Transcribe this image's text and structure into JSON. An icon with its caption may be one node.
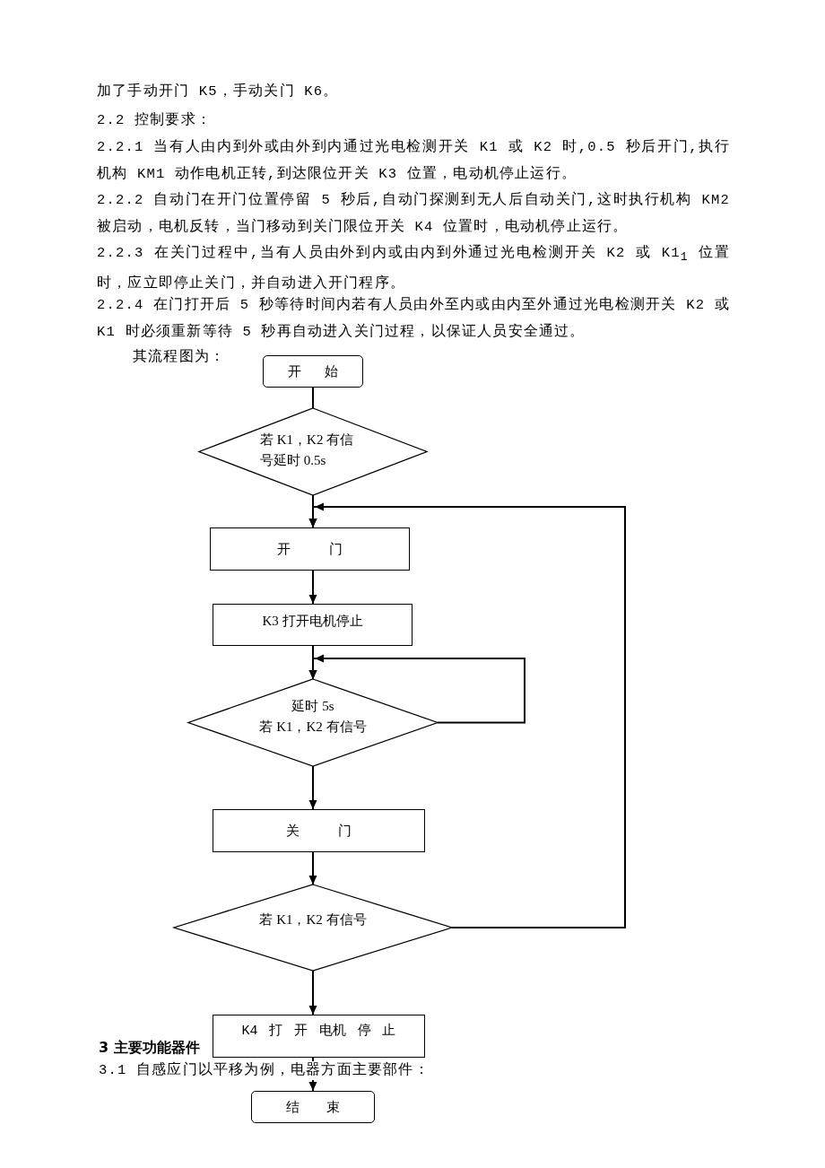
{
  "diagram": {
    "nodes": [
      {
        "text": [
          "开 始"
        ]
      },
      {
        "text": [
          "若 K1，K2 有信号延时 0.5s"
        ]
      },
      {
        "text": [
          "开 门"
        ]
      },
      {
        "text": [
          "K3 打开电机停止"
        ]
      },
      {
        "text": [
          "延时 5s",
          "若 K1，K2 有信号"
        ]
      },
      {
        "text": [
          "关 门"
        ]
      },
      {
        "text": [
          "若 K1，K2 有信号"
        ]
      },
      {
        "text": [
          "K4 打 开 电机 停 止"
        ]
      },
      {
        "text": [
          "结 束"
        ]
      }
    ],
    "edges": [
      {
        "from": 0,
        "to": 1,
        "arrow": "none"
      },
      {
        "from": 1,
        "to": 2,
        "arrow": "to"
      },
      {
        "from": 2,
        "to": 3,
        "arrow": "to"
      },
      {
        "from": 3,
        "to": 4,
        "arrow": "to"
      },
      {
        "from": 4,
        "to": 4,
        "arrow": "to"
      },
      {
        "from": 4,
        "to": 5,
        "arrow": "to"
      },
      {
        "from": 5,
        "to": 6,
        "arrow": "to"
      },
      {
        "from": 6,
        "to": 2,
        "arrow": "to"
      },
      {
        "from": 6,
        "to": 7,
        "arrow": "to"
      },
      {
        "from": 7,
        "to": 8,
        "arrow": "to"
      }
    ],
    "labels": [
      "加了手动开门 K5，手动关门 K6。",
      "2.2 控制要求：",
      "2.2.1 当有人由内到外或由外到内通过光电检测开关 K1 或 K2 时,0.5 秒后开门,执行机构 KM1 动作电机正转,到达限位开关 K3 位置，电动机停止运行。",
      "2.2.2 自动门在开门位置停留 5 秒后,自动门探测到无人后自动关门,这时执行机构 KM2 被启动，电机反转，当门移动到关门限位开关 K4 位置时，电动机停止运行。",
      "2.2.3 在关门过程中,当有人员由外到内或由内到外通过光电检测开关 K2 或 K1$_{1}$ 位置时，应立即停止关门，并自动进入开门程序。",
      "2.2.4 在门打开后 5 秒等待时间内若有人员由外至内或由内至外通过光电检测开关 K2 或 K1 时必须重新等待 5 秒再自动进入关门过程，以保证人员安全通过。",
      "其流程图为：",
      "3 主要功能器件",
      "3.1 自感应门以平移为例，电器方面主要部件："
    ]
  }
}
